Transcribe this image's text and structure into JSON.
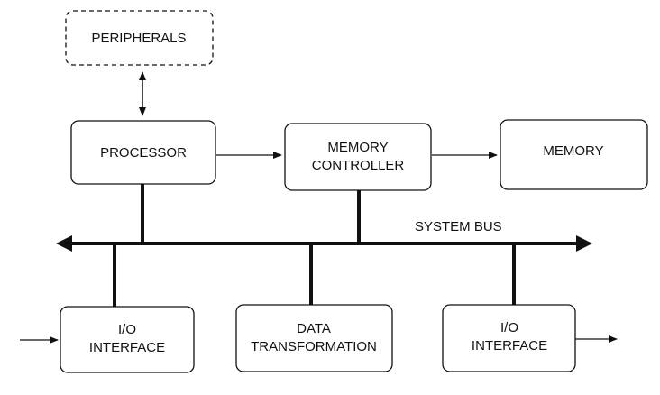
{
  "diagram": {
    "blocks": {
      "peripherals": {
        "lines": [
          "PERIPHERALS"
        ],
        "style": "dashed"
      },
      "processor": {
        "lines": [
          "PROCESSOR"
        ]
      },
      "memory_controller": {
        "lines": [
          "MEMORY",
          "CONTROLLER"
        ]
      },
      "memory": {
        "lines": [
          "MEMORY"
        ]
      },
      "io_interface_left": {
        "lines": [
          "I/O",
          "INTERFACE"
        ]
      },
      "data_transformation": {
        "lines": [
          "DATA",
          "TRANSFORMATION"
        ]
      },
      "io_interface_right": {
        "lines": [
          "I/O",
          "INTERFACE"
        ]
      }
    },
    "bus_label": "SYSTEM BUS",
    "colors": {
      "line": "#111111",
      "background": "#ffffff"
    }
  }
}
